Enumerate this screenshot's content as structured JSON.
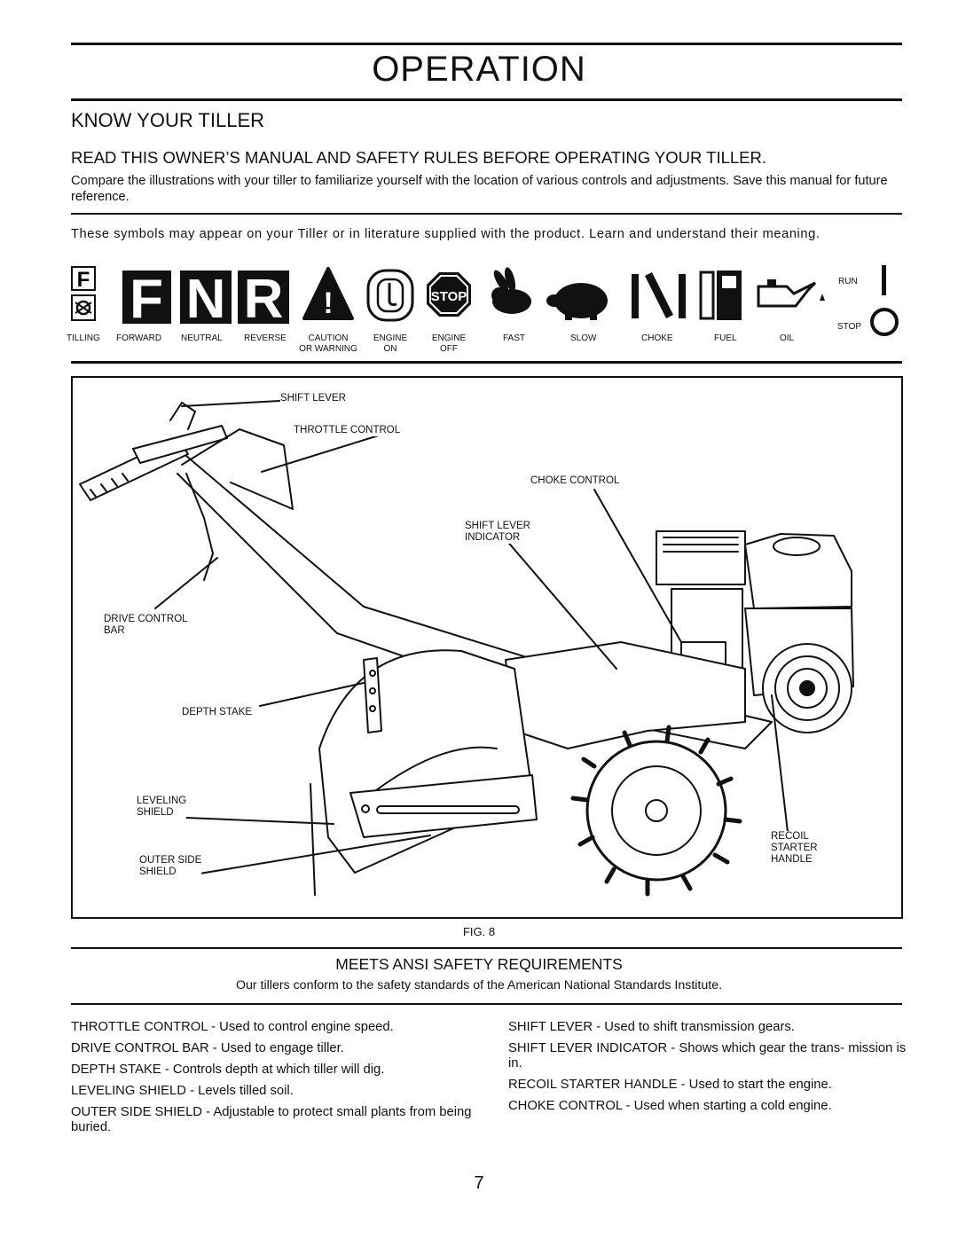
{
  "header": {
    "title": "OPERATION",
    "section": "KNOW YOUR TILLER",
    "subheading": "READ THIS OWNER’S MANUAL AND SAFETY RULES BEFORE OPERATING YOUR TILLER.",
    "intro": "Compare the illustrations with your tiller to familiarize yourself with the location of various controls and adjustments. Save this manual for future reference.",
    "symbols_intro": "These symbols  may appear on your Tiller or in literature supplied with the product.  Learn and understand their meaning."
  },
  "symbols": {
    "glyphs": {
      "f_small": "F",
      "f": "F",
      "n": "N",
      "r": "R",
      "caution": "!",
      "stop": "STOP"
    },
    "labels": {
      "tilling": "TILLING",
      "forward": "FORWARD",
      "neutral": "NEUTRAL",
      "reverse": "REVERSE",
      "caution_1": "CAUTION",
      "caution_2": "OR WARNING",
      "engine_on_1": "ENGINE",
      "engine_on_2": "ON",
      "engine_off_1": "ENGINE",
      "engine_off_2": "OFF",
      "fast": "FAST",
      "slow": "SLOW",
      "choke": "CHOKE",
      "fuel": "FUEL",
      "oil": "OIL",
      "run": "RUN",
      "stop": "STOP"
    }
  },
  "figure": {
    "caption": "FIG. 8",
    "callouts": {
      "shift_lever": "SHIFT LEVER",
      "throttle_control": "THROTTLE CONTROL",
      "choke_control": "CHOKE CONTROL",
      "shift_lever_indicator_1": "SHIFT LEVER",
      "shift_lever_indicator_2": "INDICATOR",
      "drive_control_1": "DRIVE CONTROL",
      "drive_control_2": "BAR",
      "depth_stake": "DEPTH STAKE",
      "leveling_1": "LEVELING",
      "leveling_2": "SHIELD",
      "recoil_1": "RECOIL",
      "recoil_2": "STARTER",
      "recoil_3": "HANDLE",
      "outer_1": "OUTER SIDE",
      "outer_2": "SHIELD"
    }
  },
  "ansi": {
    "heading": "MEETS ANSI SAFETY REQUIREMENTS",
    "text": "Our tillers conform to the safety standards of the American National Standards Institute."
  },
  "descriptions": {
    "left": [
      "THROTTLE CONTROL - Used to control engine speed.",
      "DRIVE CONTROL BAR - Used to engage tiller.",
      "DEPTH STAKE - Controls depth at which tiller will dig.",
      "LEVELING SHIELD - Levels tilled soil.",
      "OUTER SIDE SHIELD - Adjustable to protect small plants from being buried."
    ],
    "right": [
      "SHIFT LEVER - Used to shift transmission gears.",
      "SHIFT LEVER INDICATOR - Shows which gear the trans- mission is in.",
      "RECOIL STARTER HANDLE - Used to start the engine.",
      "CHOKE CONTROL - Used  when starting a cold engine."
    ]
  },
  "page_number": "7"
}
